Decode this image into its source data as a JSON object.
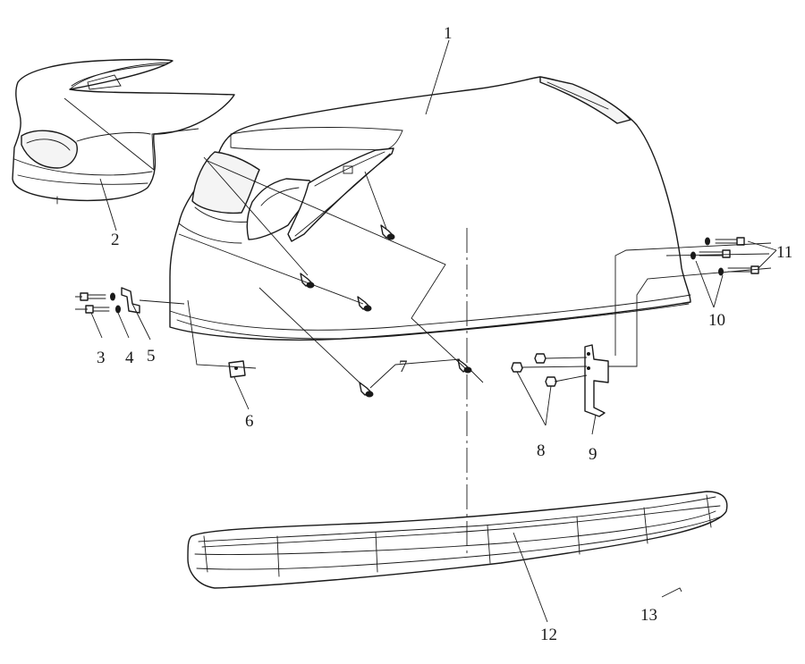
{
  "callouts": {
    "p1": "1",
    "p2": "2",
    "p3": "3",
    "p4": "4",
    "p5": "5",
    "p6": "6",
    "p7": "7",
    "p8": "8",
    "p9": "9",
    "p10": "10",
    "p11": "11",
    "p12": "12",
    "p13": "13"
  }
}
